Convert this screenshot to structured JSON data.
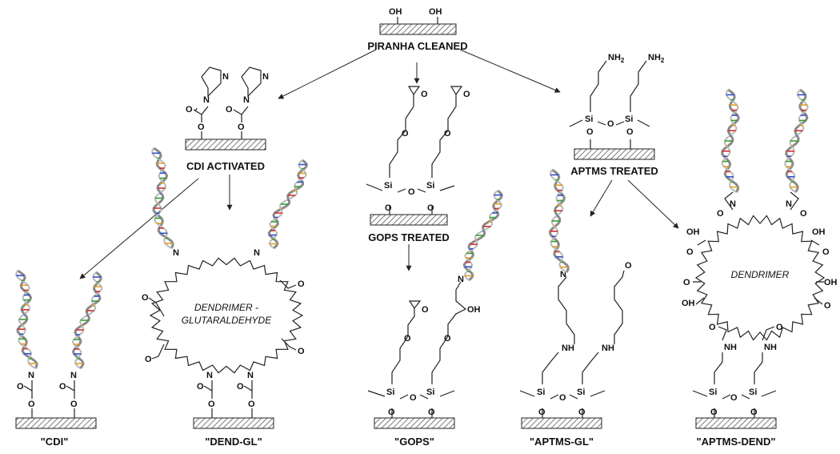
{
  "labels": {
    "piranha": "PIRANHA CLEANED",
    "cdi_activated": "CDI ACTIVATED",
    "gops_treated": "GOPS TREATED",
    "aptms_treated": "APTMS TREATED",
    "cdi": "\"CDI\"",
    "dend_gl": "\"DEND-GL\"",
    "gops": "\"GOPS\"",
    "aptms_gl": "\"APTMS-GL\"",
    "aptms_dend": "\"APTMS-DEND\""
  },
  "dendrimer": {
    "gl_line1": "DENDRIMER -",
    "gl_line2": "GLUTARALDEHYDE",
    "plain": "DENDRIMER"
  },
  "atoms": {
    "oh": "OH",
    "o": "O",
    "n": "N",
    "si": "Si",
    "nh": "NH",
    "nh2": "NH",
    "nh2_sub": "2"
  },
  "colors": {
    "dna_bases": [
      "#d03030",
      "#3050d0",
      "#30a030",
      "#e0a020"
    ]
  }
}
